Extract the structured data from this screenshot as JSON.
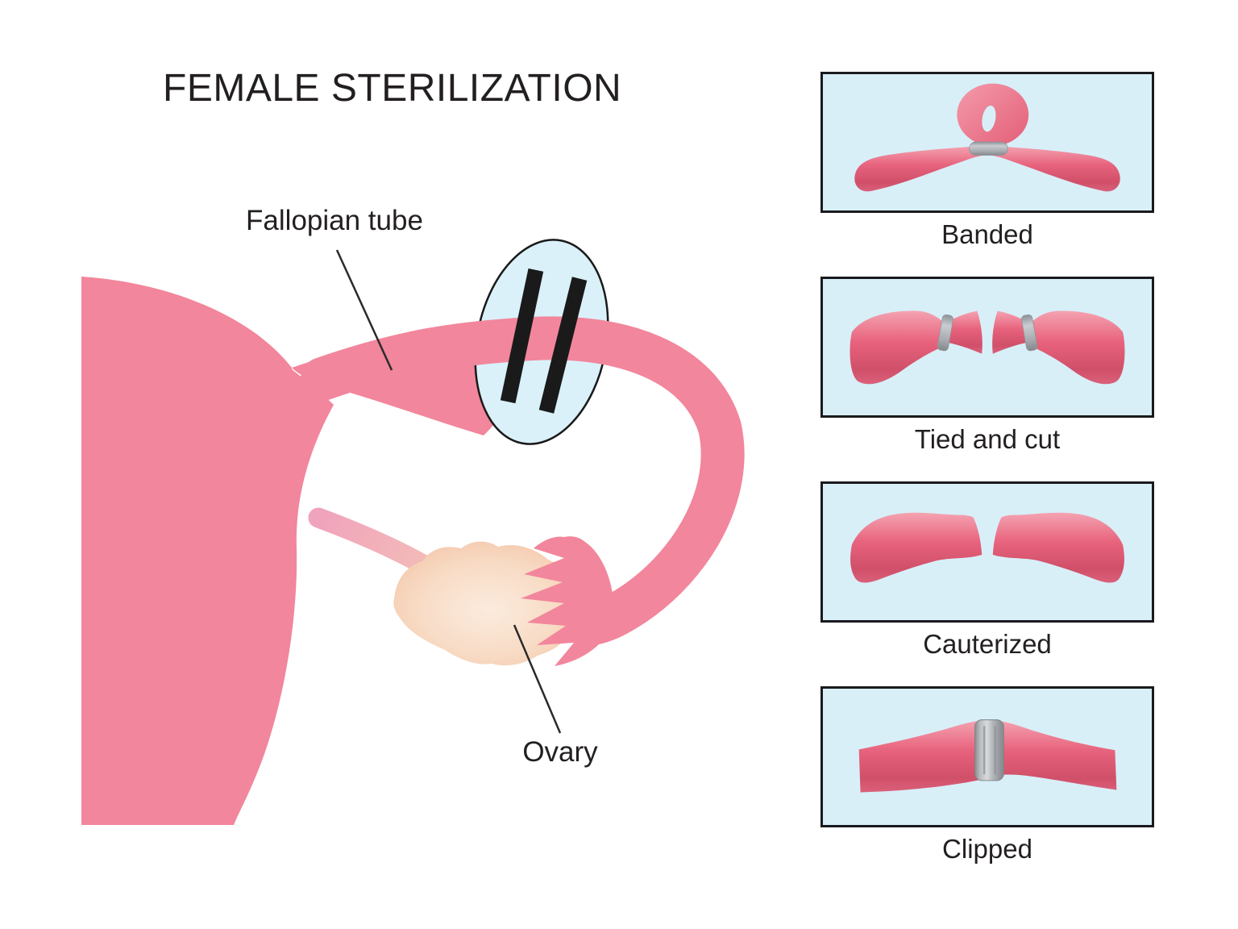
{
  "title": "FEMALE STERILIZATION",
  "anatomy": {
    "fallopian_label": "Fallopian tube",
    "ovary_label": "Ovary"
  },
  "methods": [
    {
      "label": "Banded"
    },
    {
      "label": "Tied and cut"
    },
    {
      "label": "Cauterized"
    },
    {
      "label": "Clipped"
    }
  ],
  "colors": {
    "background": "#FFFFFF",
    "text": "#231F20",
    "anatomy_pink": "#F2869C",
    "ligament_pink": "#F0A3BC",
    "ovary_peach": "#F6D4BA",
    "magnifier_blue": "#DAF1FA",
    "panel_blue": "#D8EFF8",
    "panel_border": "#1A1A1E",
    "tube_rose": "#E8637D",
    "band_gray": "#B9BCC0",
    "cut_mark_black": "#1A1A1A"
  }
}
